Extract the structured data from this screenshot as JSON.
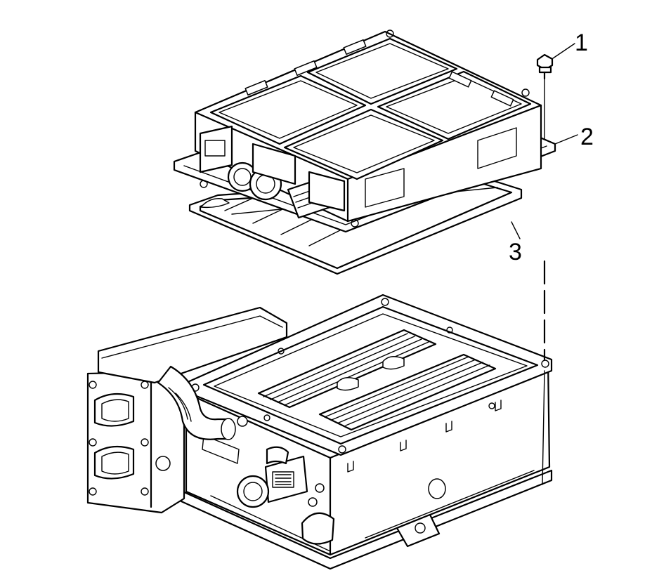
{
  "callouts": [
    {
      "id": "1",
      "label": "1"
    },
    {
      "id": "2",
      "label": "2"
    },
    {
      "id": "3",
      "label": "3"
    }
  ],
  "colors": {
    "line": "#000000",
    "background": "#ffffff"
  },
  "parts": [
    "bolt-icon",
    "cover-icon",
    "gasket-icon",
    "housing-icon"
  ]
}
